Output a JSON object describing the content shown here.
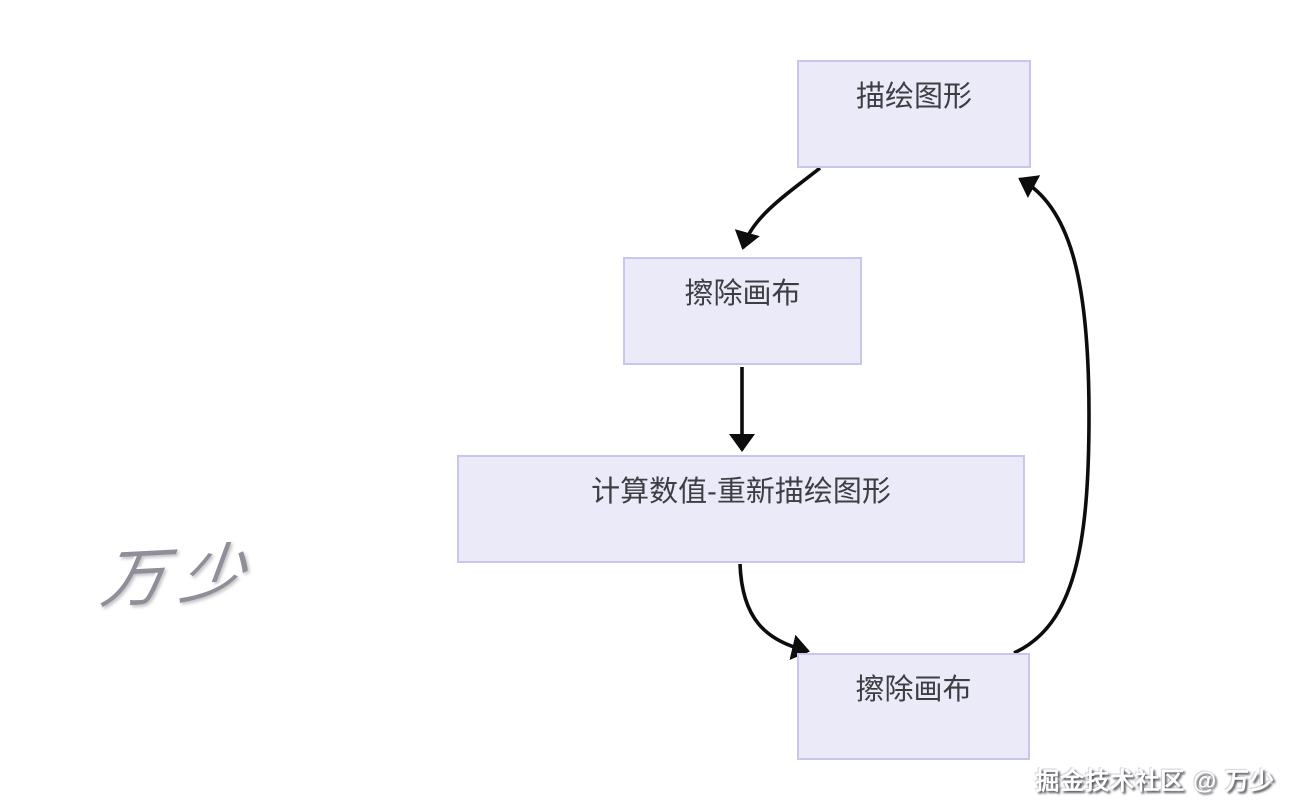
{
  "diagram": {
    "type": "flowchart-cycle",
    "nodes": [
      {
        "id": "draw",
        "label": "描绘图形"
      },
      {
        "id": "erase-1",
        "label": "擦除画布"
      },
      {
        "id": "calc-redraw",
        "label": "计算数值-重新描绘图形"
      },
      {
        "id": "erase-2",
        "label": "擦除画布"
      }
    ],
    "edges": [
      {
        "from": "draw",
        "to": "erase-1"
      },
      {
        "from": "erase-1",
        "to": "calc-redraw"
      },
      {
        "from": "calc-redraw",
        "to": "erase-2"
      },
      {
        "from": "erase-2",
        "to": "draw"
      }
    ]
  },
  "watermarks": {
    "left": "万少",
    "bottom_right": "掘金技术社区 @ 万少"
  },
  "colors": {
    "background": "#ffffff",
    "node_fill": "#ebeaf9",
    "node_border": "#c9c5ec",
    "node_text": "#3d3d42",
    "arrow": "#0d0d0d",
    "watermark_left": "#8f8f9a",
    "watermark_bottom_right": "#ffffff"
  }
}
